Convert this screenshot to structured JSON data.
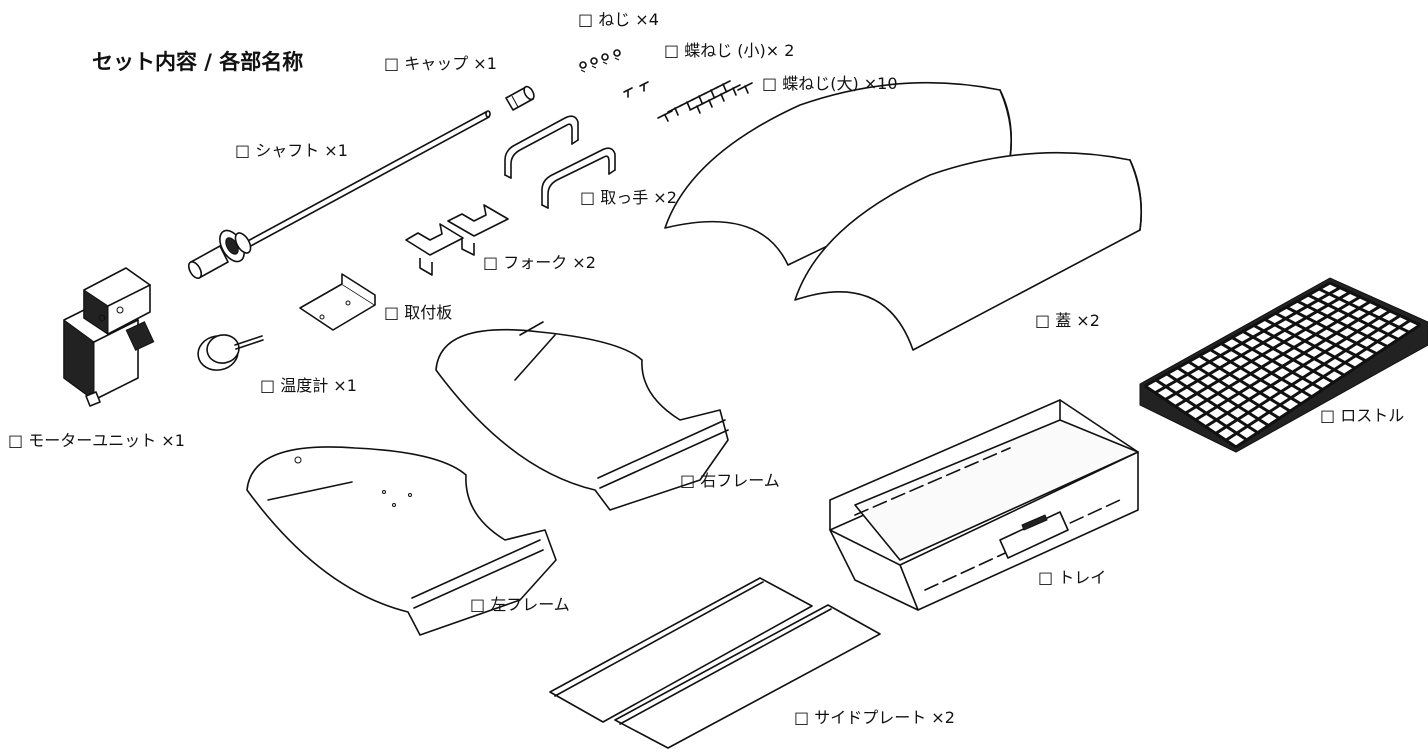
{
  "title": "セット内容 / 各部名称",
  "parts": {
    "cap": "□ キャップ ×1",
    "screw": "□ ねじ ×4",
    "wing_small": "□ 蝶ねじ (小)× 2",
    "wing_large": "□ 蝶ねじ(大) ×10",
    "shaft": "□ シャフト ×1",
    "handle": "□ 取っ手 ×2",
    "fork": "□ フォーク ×2",
    "mount_plate": "□ 取付板",
    "thermometer": "□ 温度計 ×1",
    "motor_unit": "□ モーターユニット ×1",
    "lid": "□ 蓋 ×2",
    "grill": "□ ロストル",
    "right_frame": "□ 右フレーム",
    "left_frame": "□ 左フレーム",
    "tray": "□ トレイ",
    "side_plate": "□ サイドプレート ×2"
  }
}
